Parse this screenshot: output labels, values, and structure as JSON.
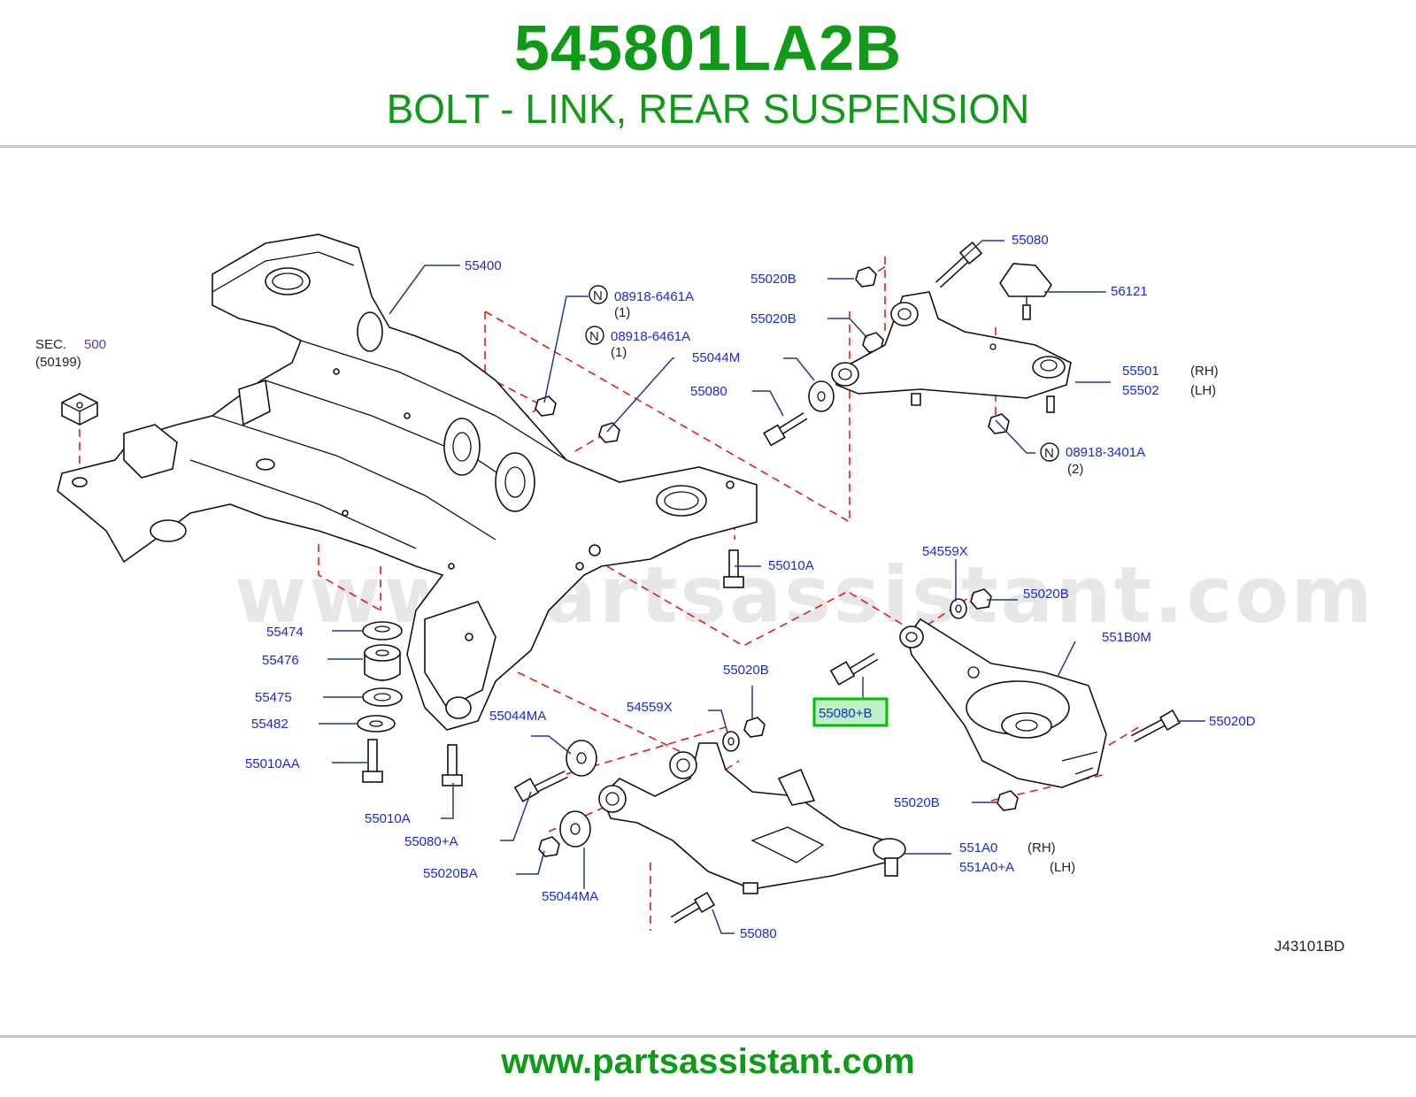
{
  "header": {
    "part_number": "545801LA2B",
    "part_name": "BOLT - LINK, REAR SUSPENSION"
  },
  "watermark": "www.partsassistant.com",
  "footer": {
    "url": "www.partsassistant.com"
  },
  "diagram": {
    "code": "J43101BD",
    "sec_label": "SEC.",
    "sec_number": "500",
    "sec_sub": "(50199)",
    "highlighted_callout": "55080+B",
    "callouts": {
      "c55400": "55400",
      "c08918a": "08918-6461A",
      "c08918a_qty": "(1)",
      "c08918b": "08918-6461A",
      "c08918b_qty": "(1)",
      "c55020b_top1": "55020B",
      "c55020b_top2": "55020B",
      "c55044m": "55044M",
      "c55080_left": "55080",
      "c55080_top": "55080",
      "c56121": "56121",
      "c55501": "55501",
      "c55501_side": "(RH)",
      "c55502": "55502",
      "c55502_side": "(LH)",
      "c08918c": "08918-3401A",
      "c08918c_qty": "(2)",
      "c55010a_mid": "55010A",
      "c54559x_right": "54559X",
      "c55020b_right": "55020B",
      "c551b0m": "551B0M",
      "c55020d": "55020D",
      "c55020b_lowright": "55020B",
      "c55474": "55474",
      "c55476": "55476",
      "c55475": "55475",
      "c55482": "55482",
      "c55010aa": "55010AA",
      "c55010a_low": "55010A",
      "c55044ma_top": "55044MA",
      "c54559x_low": "54559X",
      "c55020b_low": "55020B",
      "c55080a": "55080+A",
      "c55020ba": "55020BA",
      "c55044ma_bot": "55044MA",
      "c551a0": "551A0",
      "c551a0_side": "(RH)",
      "c551a0a": "551A0+A",
      "c551a0a_side": "(LH)",
      "c55080_bottom": "55080"
    },
    "n_marker": "N"
  },
  "colors": {
    "brand_green": "#0f9a18",
    "callout_blue": "#1a2ad0",
    "dash_red": "#e21a1a",
    "highlight_green": "#00c000"
  }
}
